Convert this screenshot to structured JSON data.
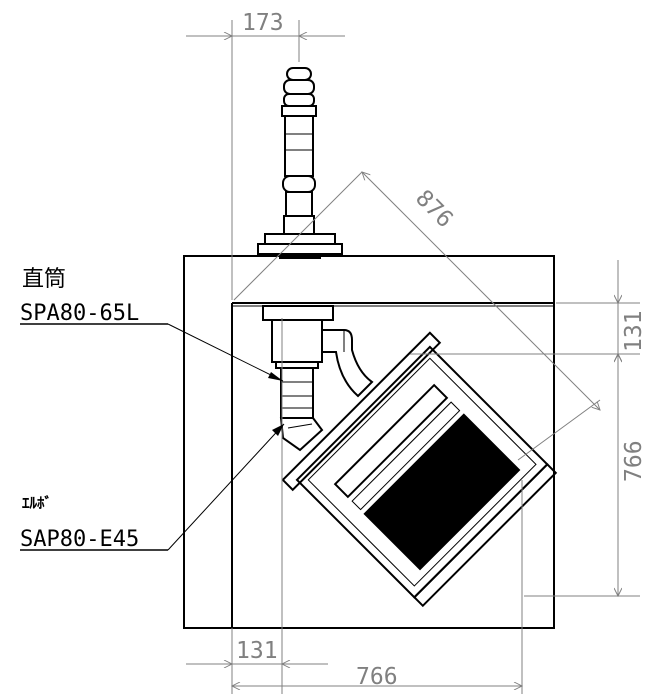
{
  "dimensions": {
    "top_offset": "173",
    "diagonal": "876",
    "right_small": "131",
    "right_large": "766",
    "bottom_small": "131",
    "bottom_large": "766"
  },
  "labels": {
    "straight_pipe_jp": "直筒",
    "straight_pipe_model": "SPA80-65L",
    "elbow_jp": "ｴﾙﾎﾞ",
    "elbow_model": "SAP80-E45"
  }
}
